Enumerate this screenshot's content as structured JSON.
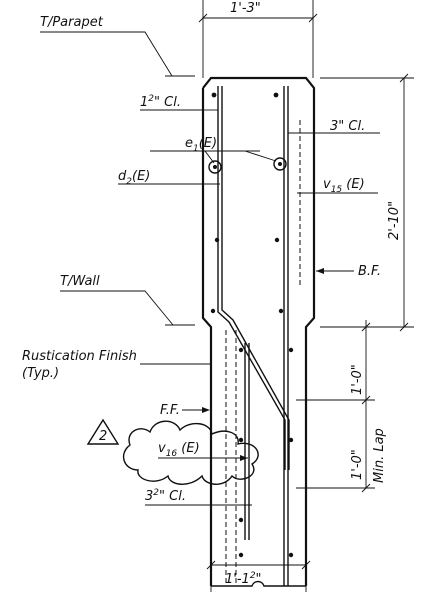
{
  "labels": {
    "top_width": "1'-3\"",
    "parapet": "T/Parapet",
    "cl_top": "1",
    "cl_top_frac": "2",
    "cl_top_unit": "\" Cl.",
    "cl_3": "3\" Cl.",
    "e1": "e",
    "e1_sub": "1",
    "e1_tail": "(E)",
    "d2": "d",
    "d2_sub": "2",
    "d2_tail": "(E)",
    "v15": "v",
    "v15_sub": "15",
    "v15_tail": " (E)",
    "height": "2'-10\"",
    "bf": "B.F.",
    "wall": "T/Wall",
    "rustication_1": "Rustication Finish",
    "rustication_2": "(Typ.)",
    "one_ft_a": "1'-0\"",
    "ff": "F.F.",
    "rev": "2",
    "v16": "v",
    "v16_sub": "16",
    "v16_tail": " (E)",
    "one_ft_b": "1'-0\"",
    "min_lap": "Min. Lap",
    "cl_35": "3",
    "cl_35_frac": "2",
    "cl_35_unit": "\" Cl.",
    "bottom_width": "1'-1",
    "bottom_width_frac": "2",
    "bottom_width_unit": "\""
  }
}
